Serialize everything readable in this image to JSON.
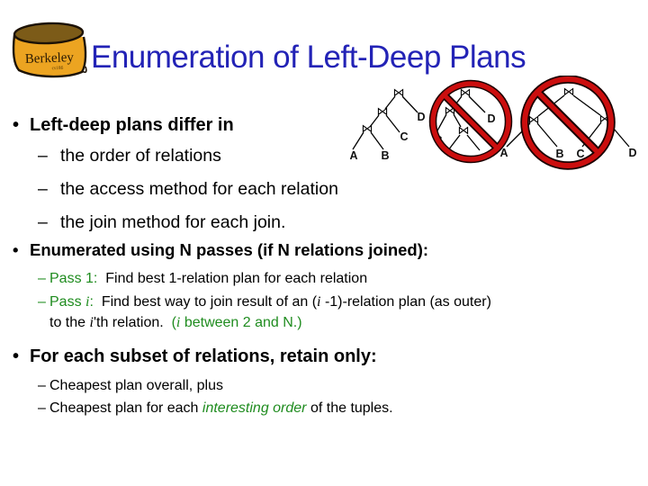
{
  "title": "Enumeration of Left-Deep Plans",
  "logo": {
    "name": "Berkeley",
    "sub": "cs186"
  },
  "colors": {
    "title_blue": "#2323b6",
    "accent_green": "#1f8c1f",
    "prohibition_red": "#cb0e0e",
    "can_gold": "#eca421",
    "can_lid": "#7c5b18"
  },
  "content": {
    "markers": {
      "bullet": "•",
      "dash": "–"
    },
    "b1": {
      "text": "Left-deep plans differ in"
    },
    "b1_subs": [
      {
        "text": "the order of relations"
      },
      {
        "text": "the access method for each relation"
      },
      {
        "text": "the join method for each join."
      }
    ],
    "b2": {
      "text": "Enumerated using N passes (if N relations joined):"
    },
    "pass1": {
      "segments": [
        {
          "t": "Pass 1:",
          "s": "g"
        },
        {
          "t": "  Find best 1-relation plan for each relation",
          "s": ""
        }
      ]
    },
    "pass_i_line1": {
      "segments": [
        {
          "t": "Pass ",
          "s": "g"
        },
        {
          "t": "i",
          "s": "gvi"
        },
        {
          "t": ":",
          "s": "g"
        },
        {
          "t": "  Find best way to join result of an (",
          "s": ""
        },
        {
          "t": "i",
          "s": "vi"
        },
        {
          "t": " -1)-relation plan (as outer)",
          "s": ""
        }
      ]
    },
    "pass_i_line2": {
      "segments": [
        {
          "t": "to the ",
          "s": ""
        },
        {
          "t": "i",
          "s": "vi"
        },
        {
          "t": "'th relation.  ",
          "s": ""
        },
        {
          "t": "(",
          "s": "g"
        },
        {
          "t": "i",
          "s": "gvi"
        },
        {
          "t": " between 2 and N.)",
          "s": "g"
        }
      ]
    },
    "b3": {
      "text": "For each subset of relations, retain only:"
    },
    "cheapest1": {
      "segments": [
        {
          "t": "Cheapest plan overall, plus",
          "s": ""
        }
      ]
    },
    "cheapest2": {
      "segments": [
        {
          "t": "Cheapest plan for each ",
          "s": ""
        },
        {
          "t": "interesting order",
          "s": "gi"
        },
        {
          "t": " of the tuples.",
          "s": ""
        }
      ]
    }
  },
  "diagram": {
    "join_symbol": "⋈",
    "tree1_labels": [
      "A",
      "B",
      "C",
      "D"
    ],
    "tree2_labels": [
      "C",
      "D"
    ],
    "tree3_labels": [
      "A",
      "B",
      "C",
      "D"
    ]
  }
}
